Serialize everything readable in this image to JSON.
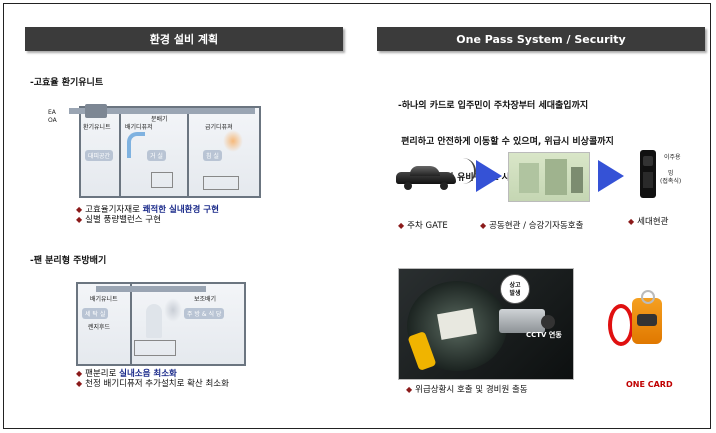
{
  "left_panel": {
    "header": "환경 설비 계획",
    "ventilation": {
      "title": "-고효율 환기유니트",
      "ea": "EA",
      "oa": "OA",
      "labels": [
        "환기유니트",
        "배기디퓨저",
        "분배기",
        "급기디퓨져"
      ],
      "tags": [
        "대피공간",
        "거 실",
        "침 실"
      ],
      "bullets": [
        {
          "prefix": "고효율기자재로 ",
          "em": "쾌적한 실내환경 구현",
          "suffix": ""
        },
        {
          "prefix": "실별 풍량밸런스 구현",
          "em": "",
          "suffix": ""
        }
      ]
    },
    "kitchen": {
      "title": "-팬 분리형 주방배기",
      "labels": [
        "배기유니트",
        "보조배기",
        "렌지후드"
      ],
      "tags": [
        "세 탁 실",
        "주 방 & 식 당"
      ],
      "bullets": [
        {
          "prefix": "팬분리로 ",
          "em": "실내소음 최소화",
          "suffix": ""
        },
        {
          "prefix": "천정 배기디퓨저 추가설치로 확산 최소화",
          "em": "",
          "suffix": ""
        }
      ]
    }
  },
  "right_panel": {
    "header": "One Pass System / Security",
    "description": [
      "-하나의 카드로 입주민이 주차장부터 세대출입까지",
      " 편리하고 안전하게 이동할 수 있으며, 위급시 비상콜까지",
      " 가능한 최첨단 유비쿼터스 시스템"
    ],
    "flow": {
      "steps": [
        "주차 GATE",
        "공동현관 / 승강기자동호출",
        "세대현관"
      ],
      "lock_labels": [
        "이주용",
        "밍",
        "(접촉식)"
      ]
    },
    "security": {
      "bubble": [
        "상고",
        "발생"
      ],
      "cctv_label": "CCTV 연동",
      "caption": "위급상황시 호출 및 경비원 출동"
    },
    "one_card": "ONE CARD",
    "colors": {
      "arrow": "#3552d6",
      "card": "#f08a00",
      "ring": "#e01010",
      "header": "#3b3b3b"
    }
  }
}
